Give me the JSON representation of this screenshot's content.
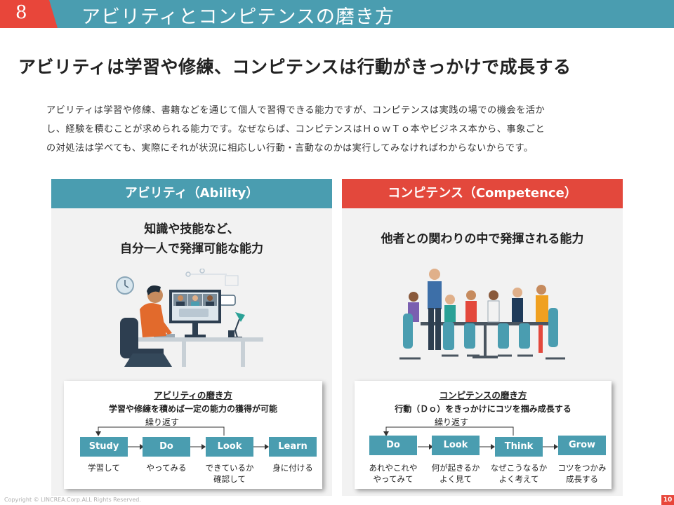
{
  "header": {
    "number": "8",
    "title": "アビリティとコンピテンスの磨き方"
  },
  "subtitle": "アビリティは学習や修練、コンピテンスは行動がきっかけで成長する",
  "body": {
    "line1": "アビリティは学習や修練、書籍などを通じて個人で習得できる能力ですが、コンピテンスは実践の場での機会を活か",
    "line2": "し、経験を積むことが求められる能力です。なぜならば、コンピテンスはＨｏｗＴｏ本やビジネス本から、事象ごと",
    "line3": "の対処法は学べても、実際にそれが状況に相応しい行動・言動なのかは実行してみなければわからないからです。"
  },
  "ability": {
    "header": "アビリティ（Ability）",
    "tagline_1": "知識や技能など、",
    "tagline_2": "自分一人で発揮可能な能力",
    "card": {
      "title": "アビリティの磨き方",
      "subtitle": "学習や修練を積めば一定の能力の獲得が可能",
      "repeat": "繰り返す",
      "steps": [
        {
          "label": "Study",
          "caption_1": "学習して",
          "caption_2": ""
        },
        {
          "label": "Do",
          "caption_1": "やってみる",
          "caption_2": ""
        },
        {
          "label": "Look",
          "caption_1": "できているか",
          "caption_2": "確認して"
        },
        {
          "label": "Learn",
          "caption_1": "身に付ける",
          "caption_2": ""
        }
      ]
    }
  },
  "competence": {
    "header": "コンピテンス（Competence）",
    "tagline": "他者との関わりの中で発揮される能力",
    "card": {
      "title": "コンピテンスの磨き方",
      "subtitle": "行動（Ｄｏ）をきっかけにコツを掴み成長する",
      "repeat": "繰り返す",
      "steps": [
        {
          "label": "Do",
          "caption_1": "あれやこれや",
          "caption_2": "やってみて"
        },
        {
          "label": "Look",
          "caption_1": "何が起きるか",
          "caption_2": "よく見て"
        },
        {
          "label": "Think",
          "caption_1": "なぜこうなるか",
          "caption_2": "よく考えて"
        },
        {
          "label": "Grow",
          "caption_1": "コツをつかみ",
          "caption_2": "成長する"
        }
      ]
    }
  },
  "footer": {
    "copyright": "Copyright © LINCREA.Corp.ALL Rights Reserved.",
    "page": "10"
  },
  "colors": {
    "teal": "#4a9db0",
    "red": "#e3483c",
    "panel_bg": "#f2f2f2"
  },
  "icons": {
    "ability_illustration": "person-at-computer-video-call-illustration",
    "competence_illustration": "team-meeting-table-illustration"
  }
}
